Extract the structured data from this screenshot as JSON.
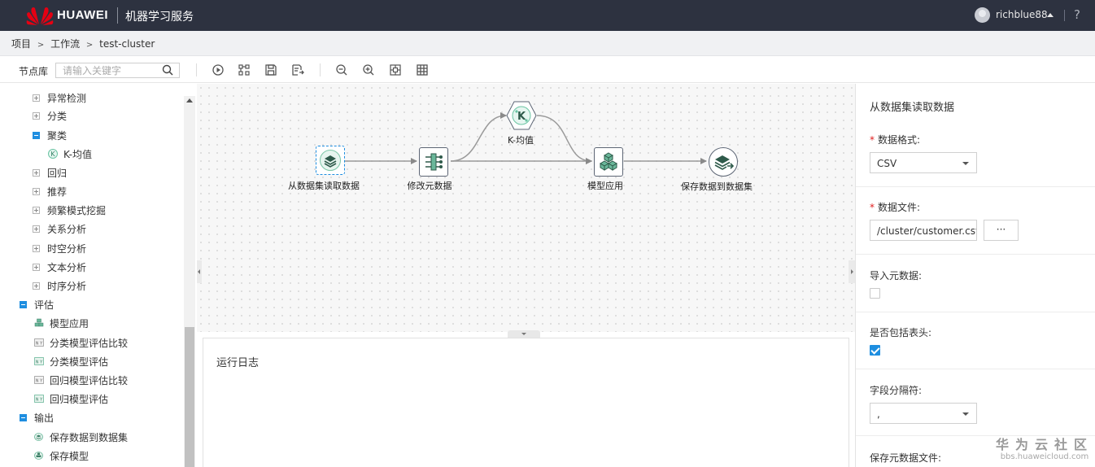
{
  "topbar": {
    "brand": "HUAWEI",
    "product": "机器学习服务",
    "username": "richblue88",
    "help": "?"
  },
  "breadcrumb": {
    "items": [
      "项目",
      "工作流",
      "test-cluster"
    ],
    "separator": ">"
  },
  "toolbar": {
    "node_library_label": "节点库",
    "search_placeholder": "请输入关键字"
  },
  "tree": {
    "items": [
      {
        "label": "异常检测",
        "level": 1,
        "kind": "folder",
        "state": "collapsed"
      },
      {
        "label": "分类",
        "level": 1,
        "kind": "folder",
        "state": "collapsed"
      },
      {
        "label": "聚类",
        "level": 1,
        "kind": "folder",
        "state": "expanded"
      },
      {
        "label": "K-均值",
        "level": 2,
        "kind": "leaf"
      },
      {
        "label": "回归",
        "level": 1,
        "kind": "folder",
        "state": "collapsed"
      },
      {
        "label": "推荐",
        "level": 1,
        "kind": "folder",
        "state": "collapsed"
      },
      {
        "label": "频繁模式挖掘",
        "level": 1,
        "kind": "folder",
        "state": "collapsed"
      },
      {
        "label": "关系分析",
        "level": 1,
        "kind": "folder",
        "state": "collapsed"
      },
      {
        "label": "时空分析",
        "level": 1,
        "kind": "folder",
        "state": "collapsed"
      },
      {
        "label": "文本分析",
        "level": 1,
        "kind": "folder",
        "state": "collapsed"
      },
      {
        "label": "时序分析",
        "level": 1,
        "kind": "folder",
        "state": "collapsed"
      },
      {
        "label": "评估",
        "level": 0,
        "kind": "folder",
        "state": "expanded"
      },
      {
        "label": "模型应用",
        "level": 1,
        "kind": "leaf"
      },
      {
        "label": "分类模型评估比较",
        "level": 1,
        "kind": "leaf"
      },
      {
        "label": "分类模型评估",
        "level": 1,
        "kind": "leaf"
      },
      {
        "label": "回归模型评估比较",
        "level": 1,
        "kind": "leaf"
      },
      {
        "label": "回归模型评估",
        "level": 1,
        "kind": "leaf"
      },
      {
        "label": "输出",
        "level": 0,
        "kind": "folder",
        "state": "expanded"
      },
      {
        "label": "保存数据到数据集",
        "level": 1,
        "kind": "leaf"
      },
      {
        "label": "保存模型",
        "level": 1,
        "kind": "leaf"
      }
    ]
  },
  "canvas": {
    "nodes": [
      {
        "id": "read",
        "label": "从数据集读取数据",
        "icon": "layers-icon",
        "selected": true
      },
      {
        "id": "meta",
        "label": "修改元数据",
        "icon": "metadata-icon"
      },
      {
        "id": "kmeans",
        "label": "K-均值",
        "icon": "kmeans-icon"
      },
      {
        "id": "apply",
        "label": "模型应用",
        "icon": "cubes-icon"
      },
      {
        "id": "save",
        "label": "保存数据到数据集",
        "icon": "save-dataset-icon"
      }
    ]
  },
  "log": {
    "title": "运行日志"
  },
  "properties": {
    "title": "从数据集读取数据",
    "format_label": "数据格式:",
    "format_value": "CSV",
    "file_label": "数据文件:",
    "file_value": "/cluster/customer.csv",
    "browse_label": "···",
    "import_meta_label": "导入元数据:",
    "import_meta_checked": false,
    "header_label": "是否包括表头:",
    "header_checked": true,
    "delimiter_label": "字段分隔符:",
    "delimiter_value": ",",
    "save_meta_label": "保存元数据文件:"
  },
  "watermark": {
    "main": "华为云社区",
    "sub": "bbs.huaweicloud.com"
  },
  "colors": {
    "topbar": "#2d3240",
    "accent": "#1e8ee0",
    "huawei_red": "#e60012"
  }
}
